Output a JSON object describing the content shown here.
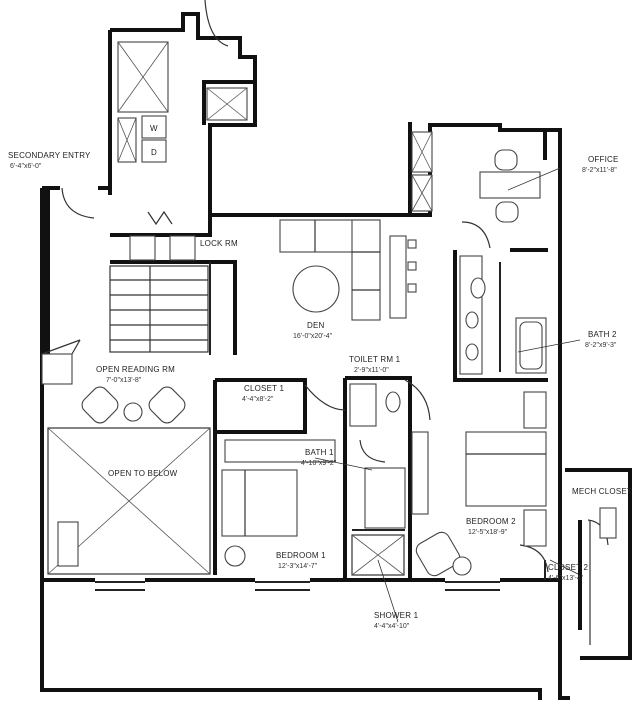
{
  "rooms": {
    "secondary_entry": {
      "name": "SECONDARY ENTRY",
      "dims": "6'-4\"x6'-0\""
    },
    "lock_rm": {
      "name": "LOCK RM",
      "dims": ""
    },
    "den": {
      "name": "DEN",
      "dims": "16'-0\"x20'-4\""
    },
    "office": {
      "name": "OFFICE",
      "dims": "8'-2\"x11'-8\""
    },
    "bath2": {
      "name": "BATH 2",
      "dims": "8'-2\"x9'-3\""
    },
    "open_reading": {
      "name": "OPEN READING RM",
      "dims": "7'-0\"x13'-8\""
    },
    "toilet": {
      "name": "TOILET RM 1",
      "dims": "2'-9\"x11'-0\""
    },
    "closet1": {
      "name": "CLOSET 1",
      "dims": "4'-4\"x8'-2\""
    },
    "bath1": {
      "name": "BATH 1",
      "dims": "4'-10\"x9'-2\""
    },
    "bedroom1": {
      "name": "BEDROOM 1",
      "dims": "12'-3\"x14'-7\""
    },
    "bedroom2": {
      "name": "BEDROOM 2",
      "dims": "12'-5\"x18'-9\""
    },
    "mech_closet": {
      "name": "MECH CLOSET",
      "dims": ""
    },
    "closet2": {
      "name": "CLOSET 2",
      "dims": "4'-6\"x13'-4\""
    },
    "shower1": {
      "name": "SHOWER 1",
      "dims": "4'-4\"x4'-10\""
    },
    "open_to_below": {
      "name": "OPEN TO BELOW",
      "dims": ""
    }
  },
  "appliance_labels": {
    "washer": "W",
    "dryer": "D"
  }
}
